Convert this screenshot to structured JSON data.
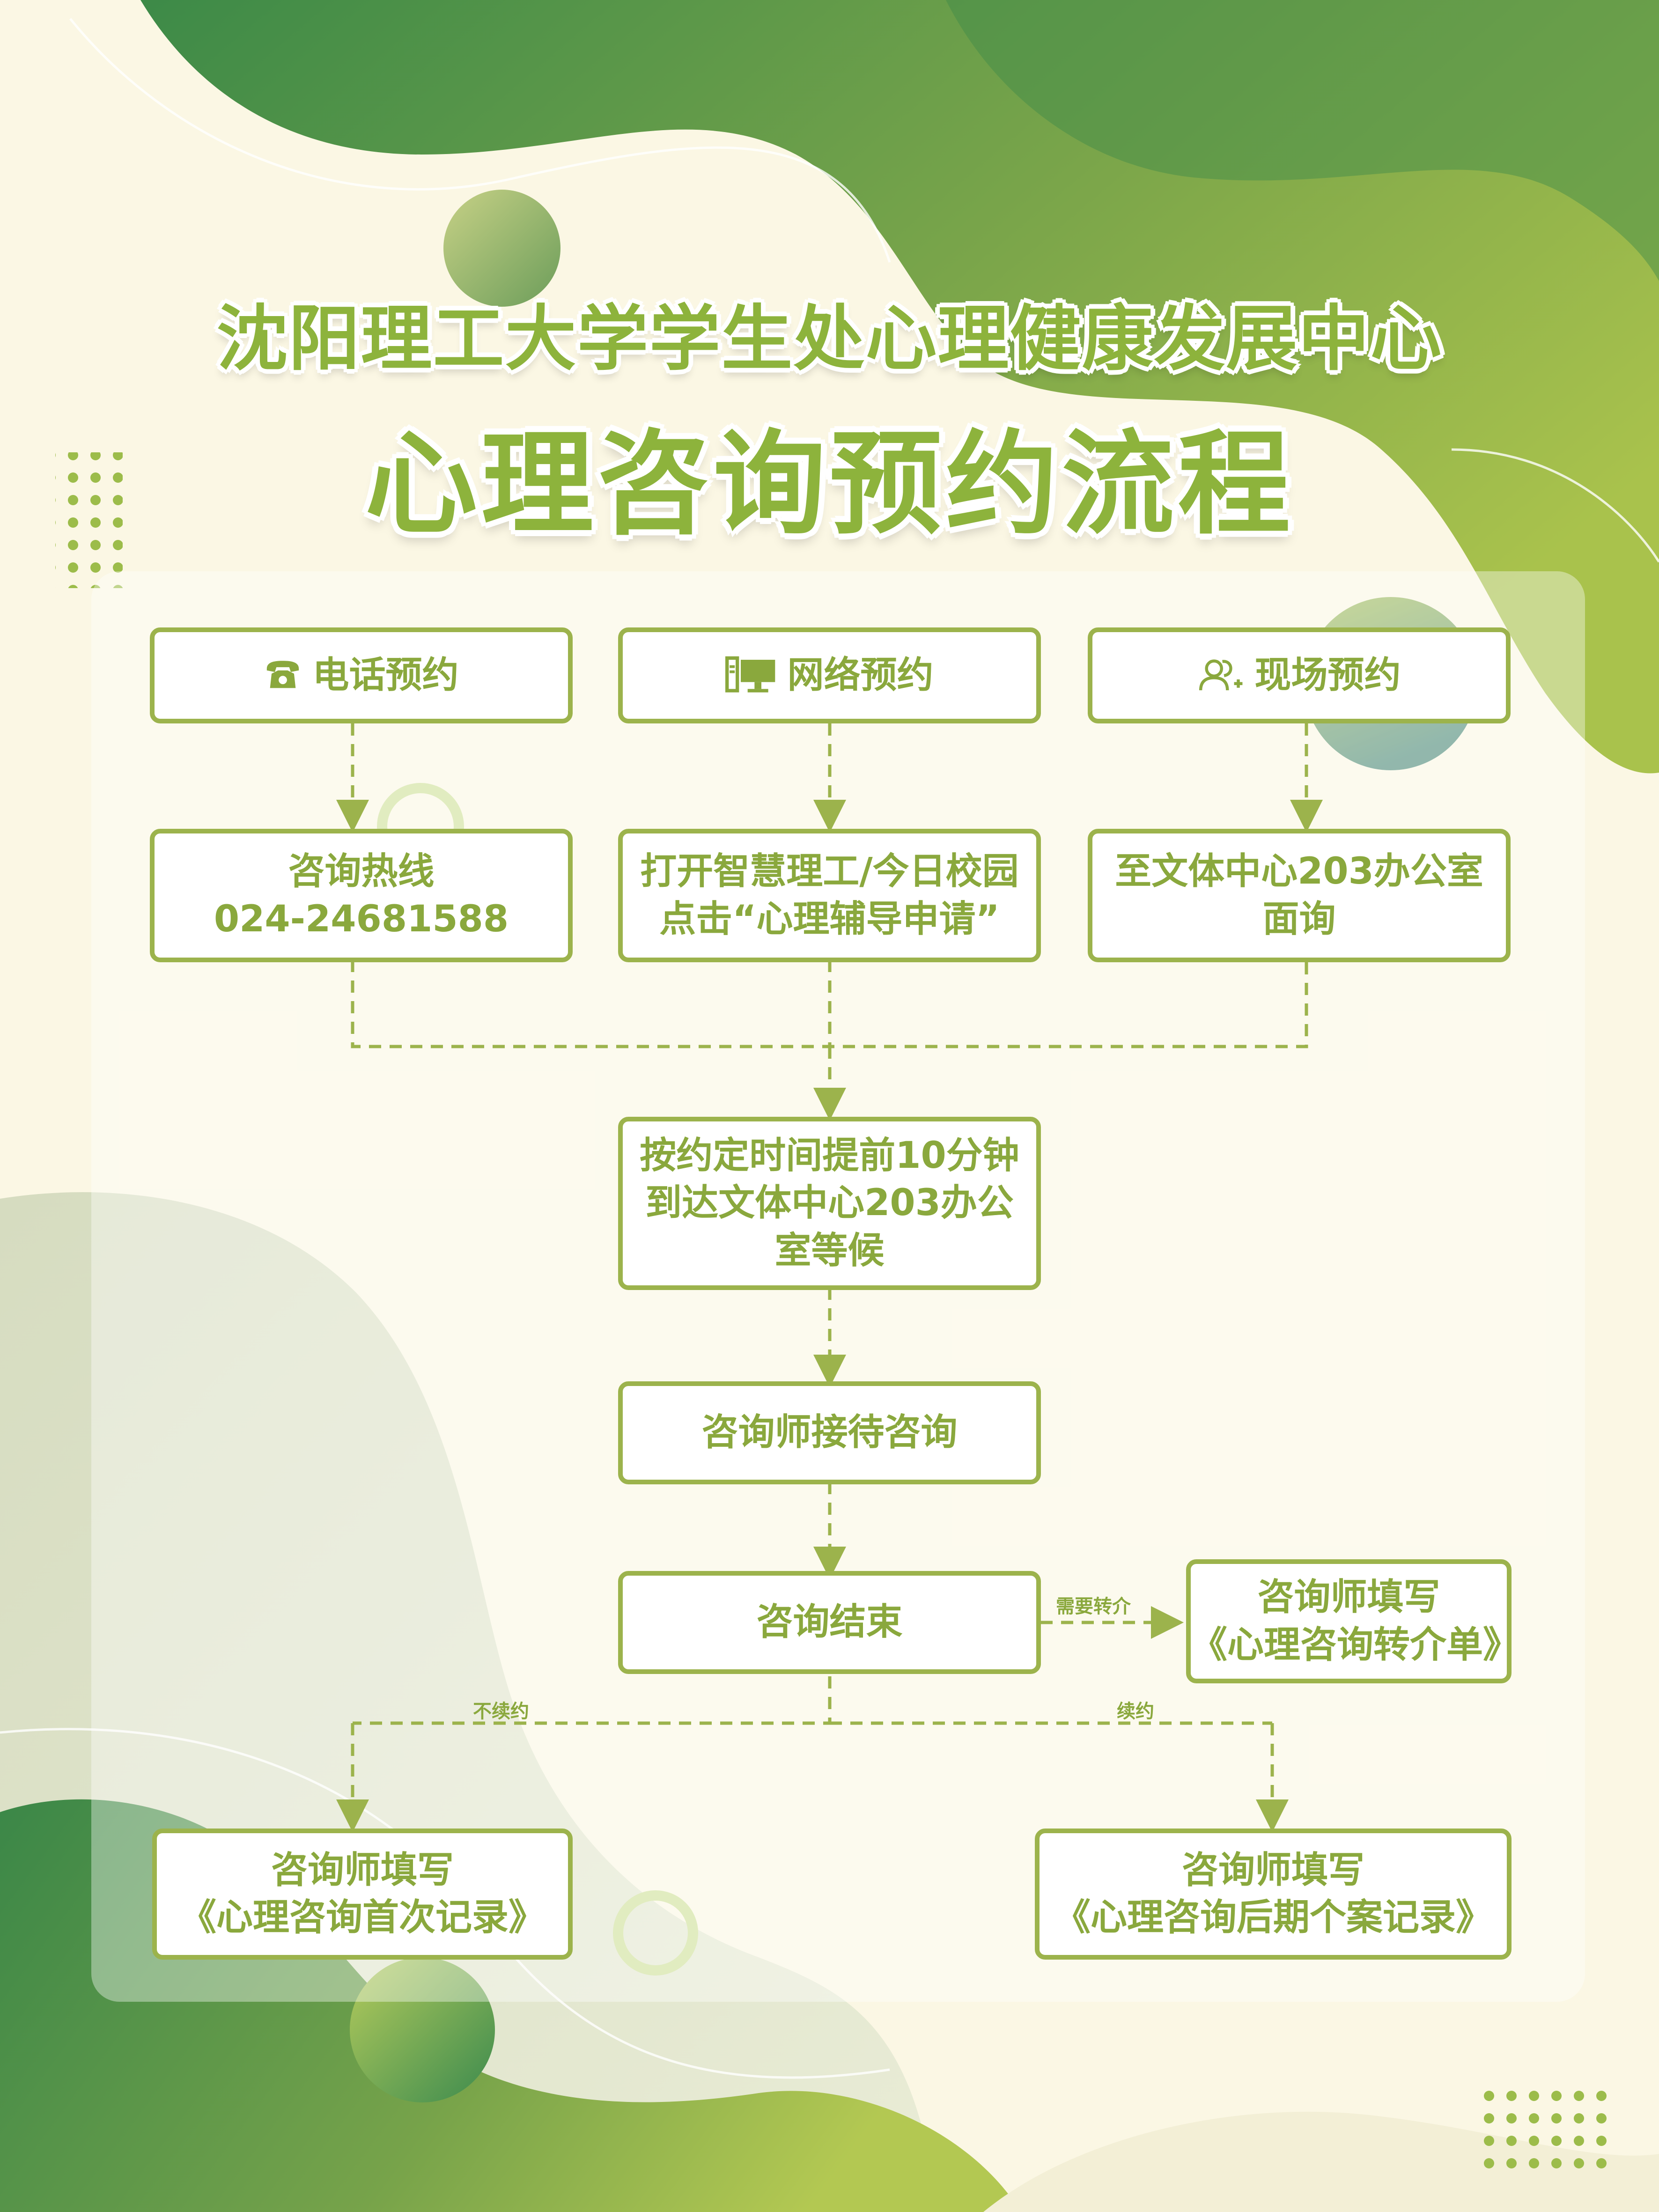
{
  "title": {
    "line1": "沈阳理工大学学生处心理健康发展中心",
    "line2": "心理咨询预约流程"
  },
  "methods": [
    {
      "label": "电话预约",
      "icon": "phone-icon"
    },
    {
      "label": "网络预约",
      "icon": "computer-icon"
    },
    {
      "label": "现场预约",
      "icon": "people-add-icon"
    }
  ],
  "details": [
    {
      "line1": "咨询热线",
      "line2": "024-24681588"
    },
    {
      "line1": "打开智慧理工/今日校园",
      "line2": "点击“心理辅导申请”"
    },
    {
      "line1": "至文体中心203办公室",
      "line2": "面询"
    }
  ],
  "arrive": {
    "line1": "按约定时间提前10分钟",
    "line2": "到达文体中心203办公",
    "line3": "室等候"
  },
  "reception": "咨询师接待咨询",
  "end": "咨询结束",
  "referral": {
    "edge_label": "需要转介",
    "line1": "咨询师填写",
    "line2": "《心理咨询转介单》"
  },
  "no_continue": {
    "edge_label": "不续约",
    "line1": "咨询师填写",
    "line2": "《心理咨询首次记录》"
  },
  "continue": {
    "edge_label": "续约",
    "line1": "咨询师填写",
    "line2": "《心理咨询后期个案记录》"
  },
  "colors": {
    "accent": "#8db33c",
    "border": "#9cb34c",
    "dark_green": "#3f8a4c",
    "background": "#fbf7e4"
  }
}
